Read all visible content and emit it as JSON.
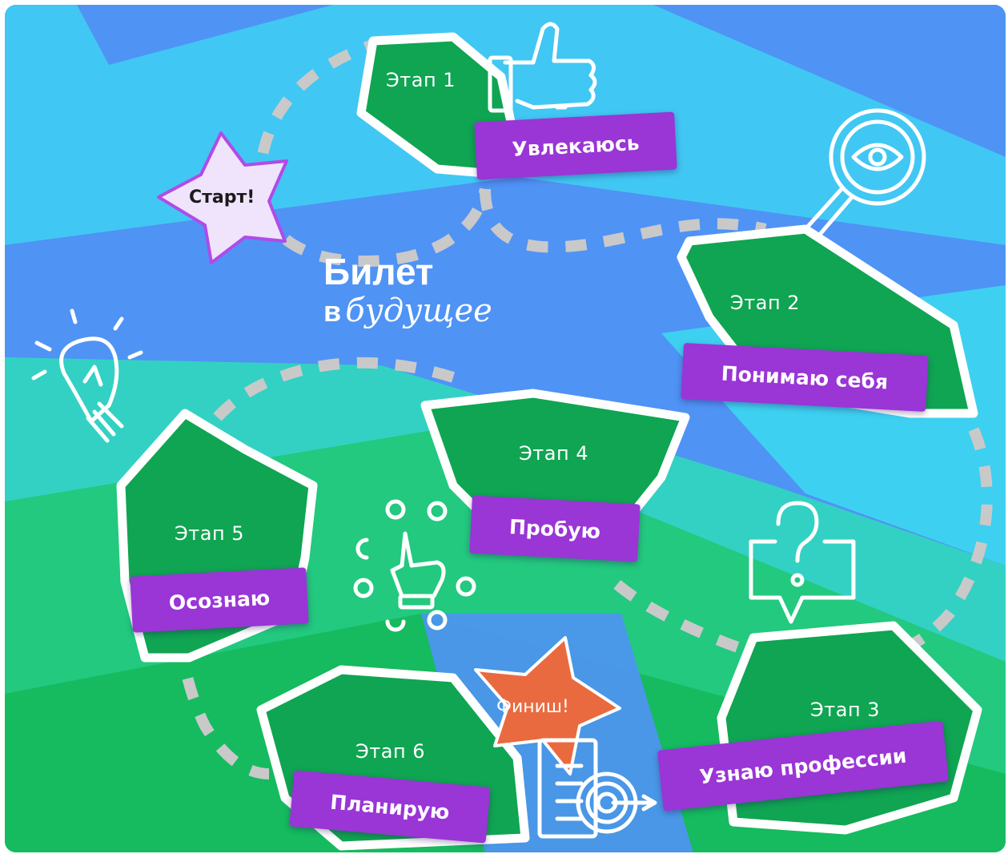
{
  "logo": {
    "line1": "Билет",
    "preposition": "в",
    "italic": "будущее"
  },
  "start": "Старт!",
  "finish": "Финиш!",
  "stages": [
    {
      "label": "Этап 1",
      "tag": "Увлекаюсь"
    },
    {
      "label": "Этап 2",
      "tag": "Понимаю себя"
    },
    {
      "label": "Этап 3",
      "tag": "Узнаю профессии"
    },
    {
      "label": "Этап 4",
      "tag": "Пробую"
    },
    {
      "label": "Этап 5",
      "tag": "Осознаю"
    },
    {
      "label": "Этап 6",
      "tag": "Планирую"
    }
  ],
  "icons": [
    "thumbs-up-icon",
    "magnifier-eye-icon",
    "question-bubble-icon",
    "lightbulb-icon",
    "pointing-hand-icon",
    "checklist-target-icon"
  ],
  "colors": {
    "stage_fill": "#0fa552",
    "tag_bg": "#9a35d6",
    "start_star": "#efe4fb",
    "finish_star": "#ea6a3f",
    "bg_cyan": "#3fcdf3",
    "bg_blue": "#4f93f5",
    "bg_teal": "#33d1c3",
    "bg_green": "#1ec46e"
  }
}
